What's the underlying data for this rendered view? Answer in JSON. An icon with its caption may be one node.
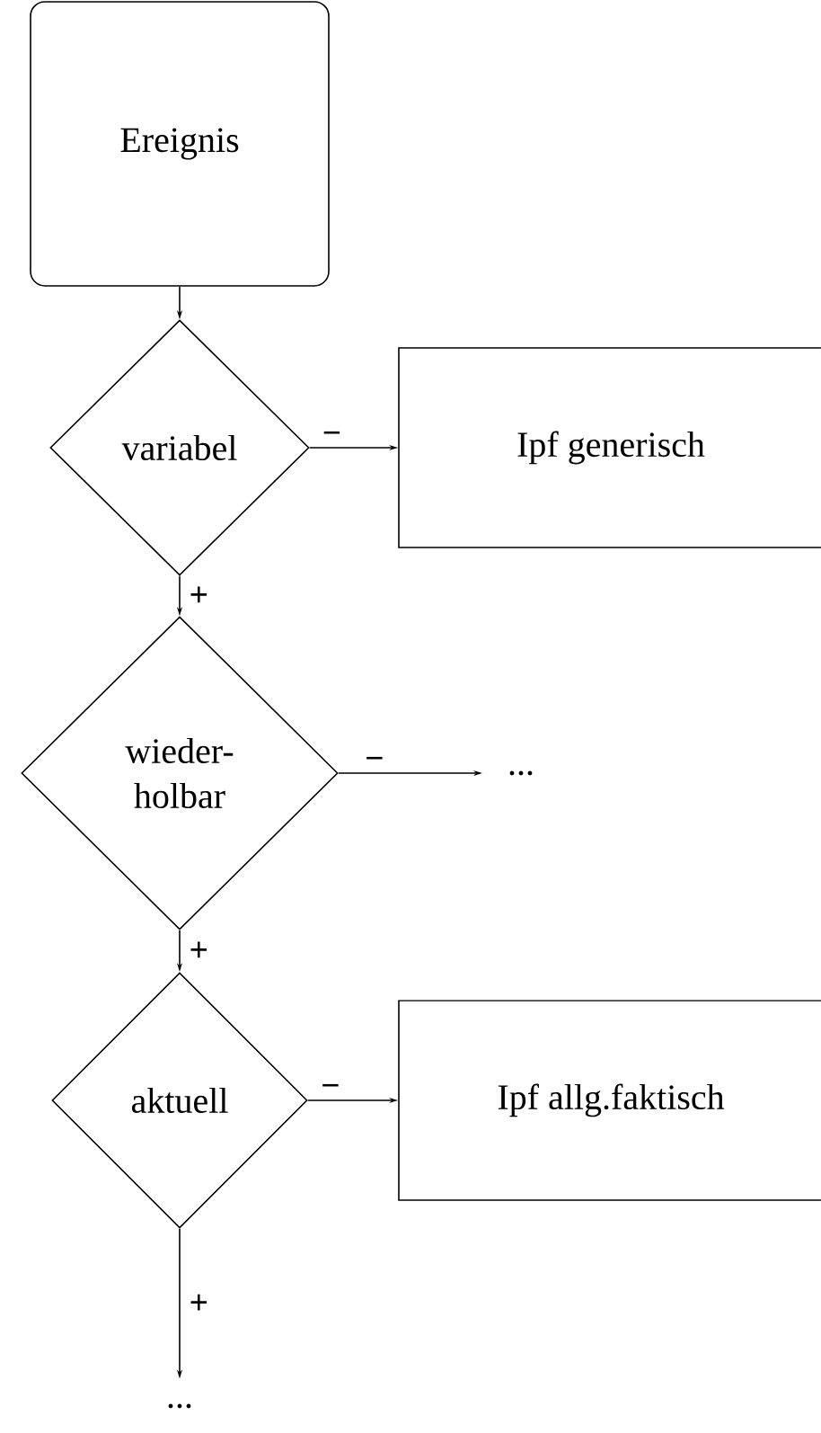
{
  "diagram": {
    "nodes": [
      {
        "text": [
          "Ereignis"
        ]
      },
      {
        "text": [
          "variabel"
        ]
      },
      {
        "text": [
          "Ipf generisch"
        ]
      },
      {
        "text": [
          "wieder- holbar"
        ]
      },
      {
        "text": [
          "..."
        ]
      },
      {
        "text": [
          "aktuell"
        ]
      },
      {
        "text": [
          "Ipf allg.faktisch"
        ]
      },
      {
        "text": [
          "..."
        ]
      }
    ],
    "edges": [
      {
        "from": 0,
        "to": 1,
        "arrow": "to"
      },
      {
        "from": 1,
        "to": 2,
        "arrow": "to",
        "label": "−"
      },
      {
        "from": 1,
        "to": 3,
        "arrow": "to",
        "label": "+"
      },
      {
        "from": 3,
        "to": 4,
        "arrow": "to",
        "label": "−"
      },
      {
        "from": 3,
        "to": 5,
        "arrow": "to",
        "label": "+"
      },
      {
        "from": 5,
        "to": 6,
        "arrow": "to",
        "label": "−"
      },
      {
        "from": 5,
        "to": 7,
        "arrow": "to",
        "label": "+"
      }
    ]
  }
}
